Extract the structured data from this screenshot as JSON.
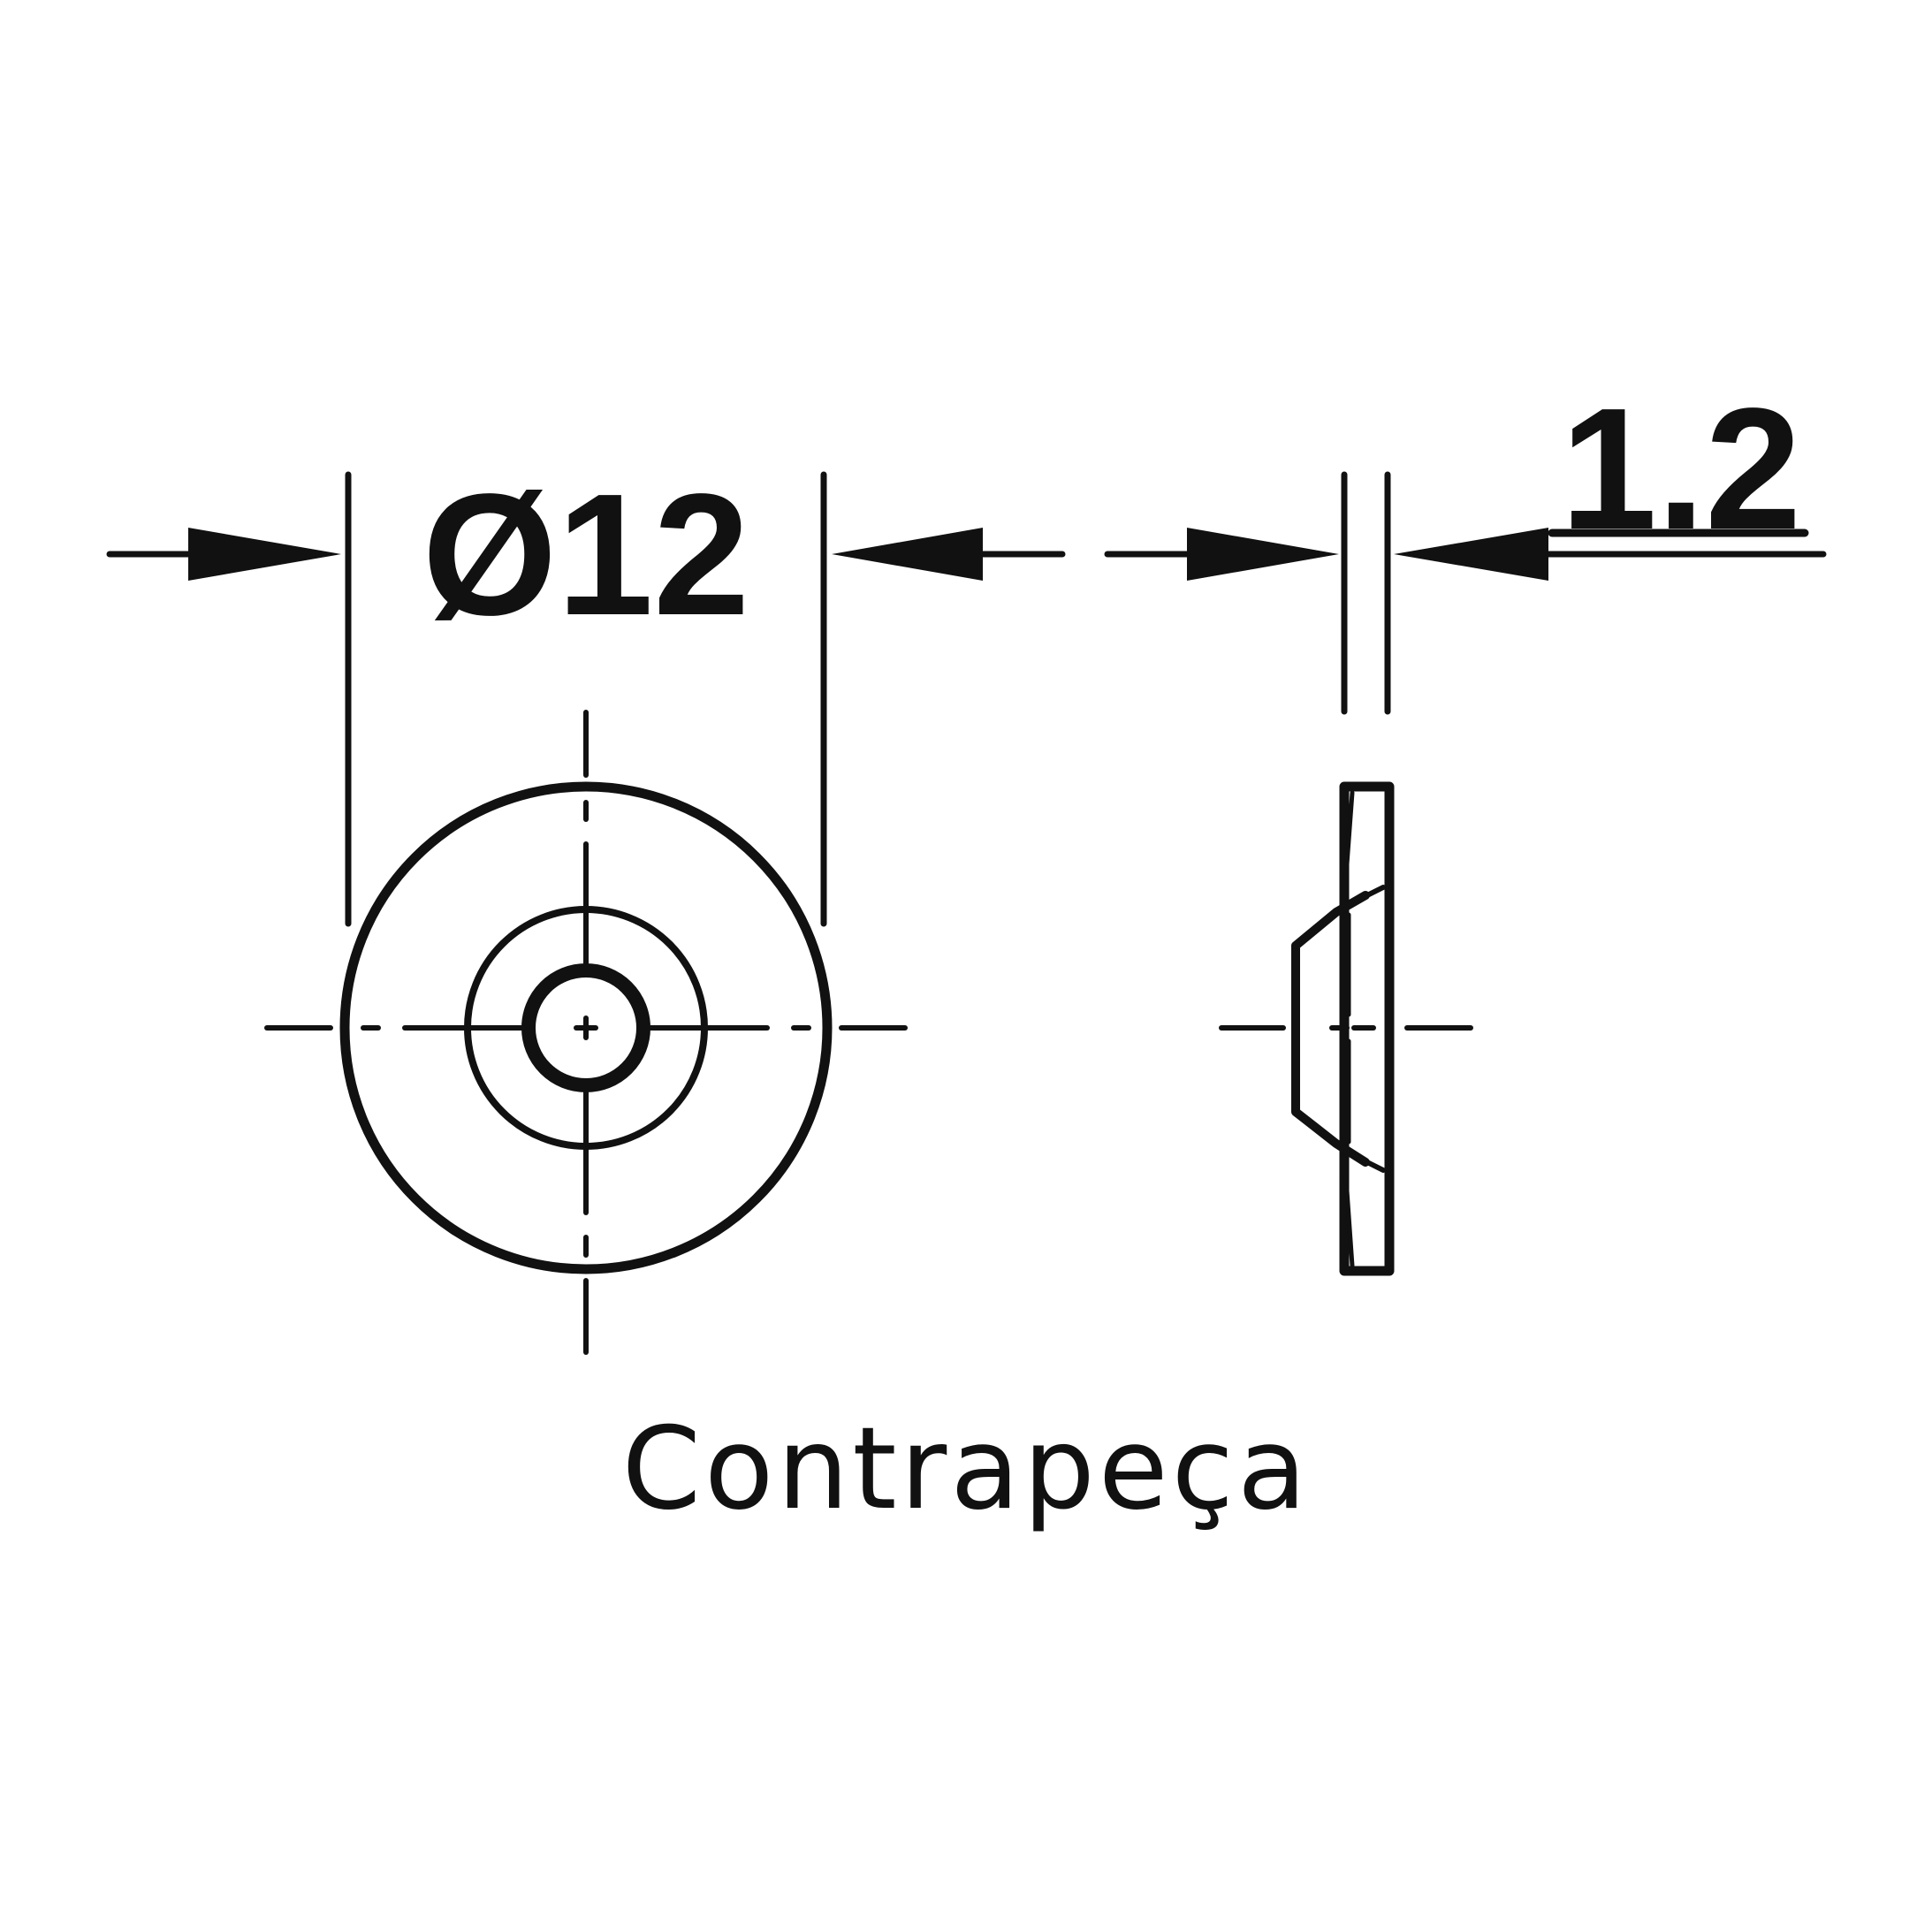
{
  "diagram": {
    "front_view": {
      "diameter_label": "Ø12"
    },
    "side_view": {
      "thickness_label": "1.2"
    },
    "caption": "Contrapeça",
    "colors": {
      "line": "#111111",
      "background": "#ffffff"
    }
  }
}
